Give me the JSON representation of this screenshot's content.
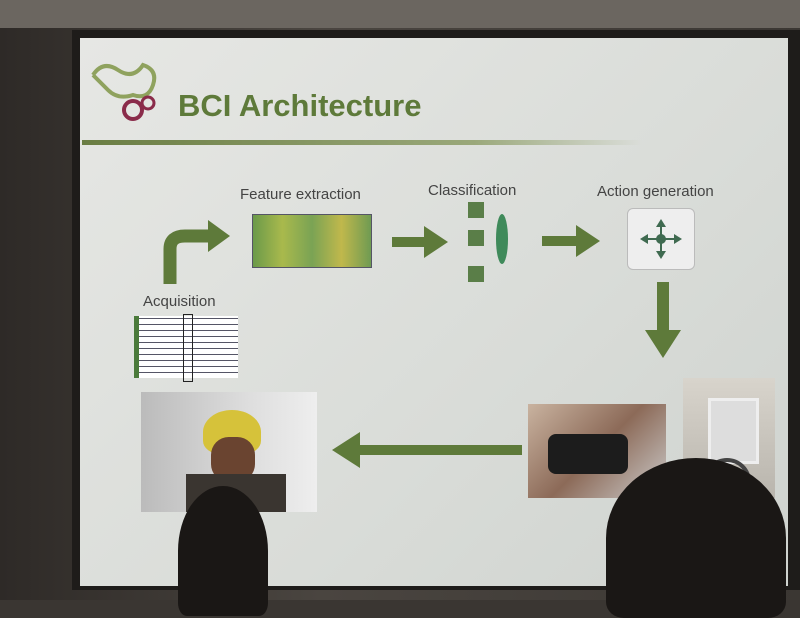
{
  "slide": {
    "title": "BCI Architecture",
    "stages": {
      "acquisition": "Acquisition",
      "feature_extraction": "Feature extraction",
      "classification": "Classification",
      "action_generation": "Action generation"
    },
    "accent_color": "#5e7a3a"
  }
}
